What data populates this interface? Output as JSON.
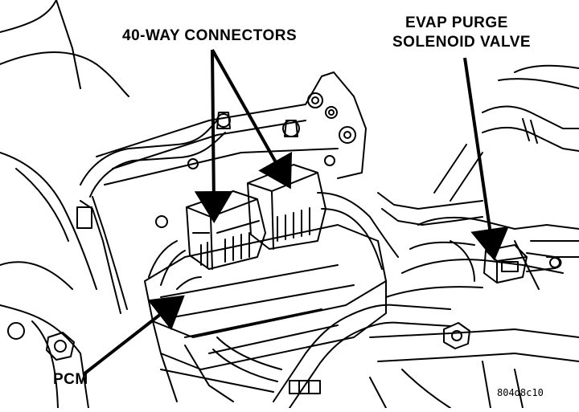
{
  "labels": {
    "connectors": "40-WAY CONNECTORS",
    "evap_line1": "EVAP PURGE",
    "evap_line2": "SOLENOID VALVE",
    "pcm": "PCM",
    "figure_code": "804d8c10"
  },
  "colors": {
    "line": "#000000",
    "background": "#ffffff"
  }
}
